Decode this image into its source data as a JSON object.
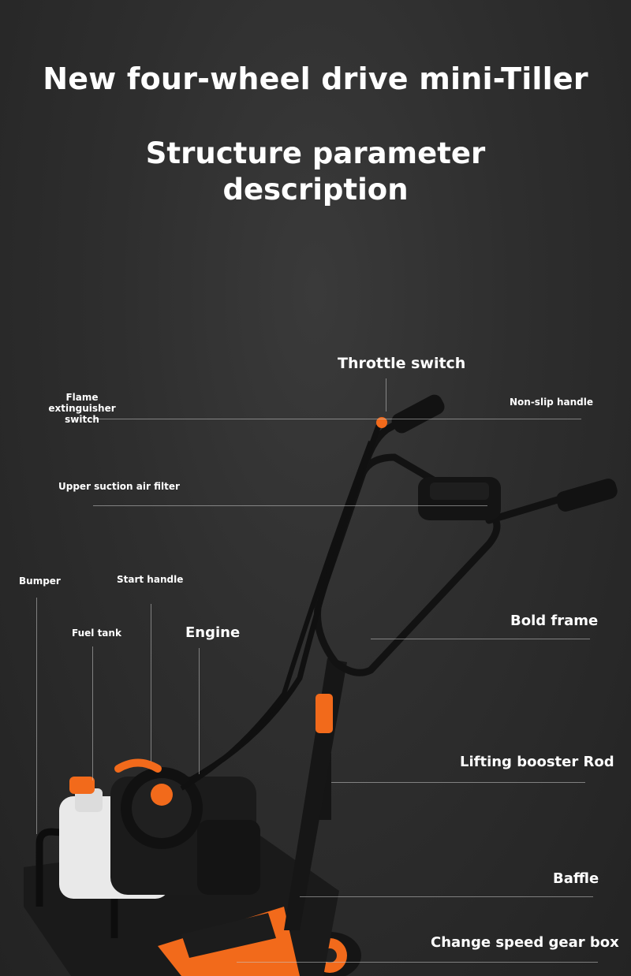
{
  "header": {
    "title": "New four-wheel drive mini-Tiller",
    "subtitle": "Structure parameter description"
  },
  "labels": {
    "throttle_switch": "Throttle switch",
    "flame_extinguisher_switch": "Flame extinguisher switch",
    "non_slip_handle": "Non-slip handle",
    "upper_suction_air_filter": "Upper suction air filter",
    "bumper": "Bumper",
    "start_handle": "Start handle",
    "fuel_tank": "Fuel tank",
    "engine": "Engine",
    "bold_frame": "Bold frame",
    "lifting_booster_rod": "Lifting booster Rod",
    "baffle": "Baffle",
    "change_speed_gear_box": "Change speed gear box"
  },
  "colors": {
    "background": "#2e2e2e",
    "accent_orange": "#f26a1b",
    "frame_black": "#151515",
    "tank_white": "#e9e9e9"
  }
}
